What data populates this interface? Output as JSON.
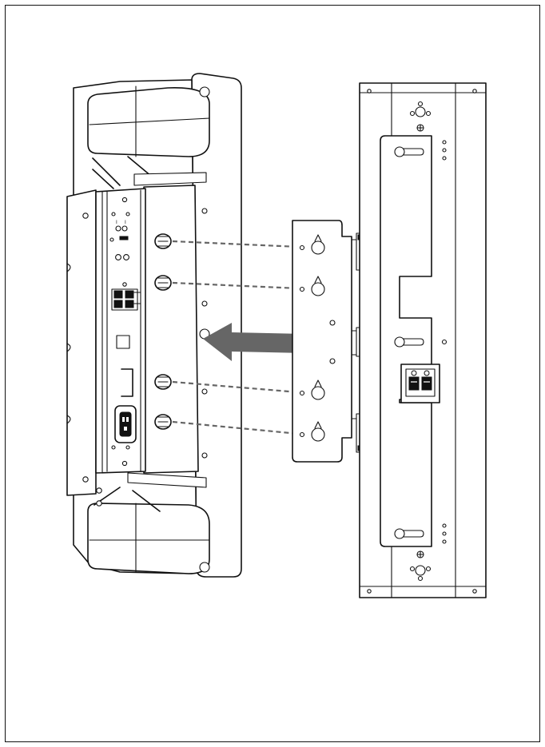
{
  "figure": {
    "description_visible_text": "",
    "colors": {
      "line": "#111111",
      "background": "#ffffff",
      "arrow": "#666666",
      "guide_lines": "#666666"
    },
    "icons": [
      "monitor-rear-panel",
      "mounting-bracket",
      "thumbscrew",
      "keyhole-slot",
      "speaker-terminal",
      "insertion-arrow"
    ]
  }
}
